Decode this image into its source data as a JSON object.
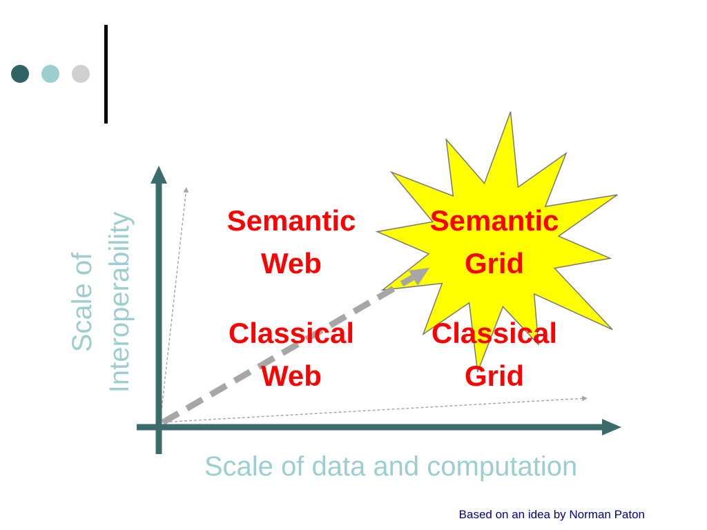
{
  "colors": {
    "dots": [
      "#2f6467",
      "#9cced0",
      "#cfcfcf"
    ],
    "axis": "#3b6b6b",
    "label": "#9cced0",
    "quadrant_text": "#ff0000",
    "star_fill": "#ffff00",
    "arrow": "#a6a6a6",
    "credit": "#000080"
  },
  "diagram": {
    "y_axis_label": "Scale of\nInteroperability",
    "x_axis_label": "Scale of data and computation",
    "quadrants": {
      "semantic_web": "Semantic\nWeb",
      "semantic_grid": "Semantic\nGrid",
      "classical_web": "Classical\nWeb",
      "classical_grid": "Classical\nGrid"
    },
    "credit": "Based on an idea by Norman Paton"
  }
}
